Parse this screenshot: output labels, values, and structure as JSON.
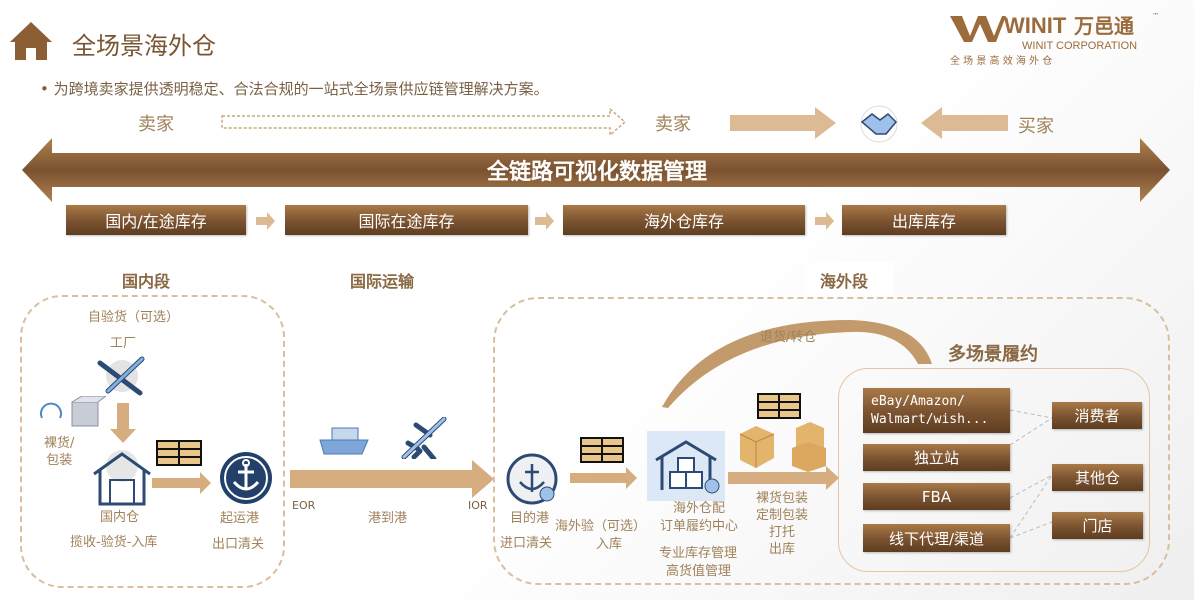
{
  "header": {
    "title": "全场景海外仓",
    "subtitle": "为跨境卖家提供透明稳定、合法合规的一站式全场景供应链管理解决方案。"
  },
  "logo": {
    "brand": "WINIT",
    "cn": "万邑通",
    "tm": "™",
    "corp": "WINIT CORPORATION",
    "slogan": "全 场 景 高 效 海 外 仓"
  },
  "flow": {
    "seller1": "卖家",
    "seller2": "卖家",
    "buyer": "买家"
  },
  "banner": "全链路可视化数据管理",
  "stages": [
    "国内/在途库存",
    "国际在途库存",
    "海外仓库存",
    "出库库存"
  ],
  "sections": {
    "domestic": "国内段",
    "intl": "国际运输",
    "overseas": "海外段"
  },
  "domestic": {
    "inspect": "自验货（可选）",
    "factory": "工厂",
    "bulk": "裸货/\n包装",
    "bulk1": "裸货/",
    "bulk2": "包装",
    "wh": "国内仓",
    "wh_desc": "揽收-验货-入库",
    "port": "起运港",
    "port_desc": "出口清关"
  },
  "intl": {
    "eor": "EOR",
    "ior": "IOR",
    "p2p": "港到港"
  },
  "overseas": {
    "dest": "目的港",
    "dest_desc": "进口清关",
    "inspect": "海外验（可选）",
    "inbound": "入库",
    "center1": "海外仓配",
    "center2": "订单履约中心",
    "mgmt1": "专业库存管理",
    "mgmt2": "高货值管理",
    "pack1": "裸货包装",
    "pack2": "定制包装",
    "pack3": "打托",
    "pack4": "出库",
    "return": "退货/转仓",
    "multi": "多场景履约"
  },
  "channels": [
    "eBay/Amazon/\nWalmart/wish...",
    "独立站",
    "FBA",
    "线下代理/渠道"
  ],
  "channel0a": "eBay/Amazon/",
  "channel0b": "Walmart/wish...",
  "targets": [
    "消费者",
    "其他仓",
    "门店"
  ],
  "colors": {
    "brown": "#7a5230",
    "tan": "#d6ad7e",
    "navy": "#2c4a73"
  }
}
